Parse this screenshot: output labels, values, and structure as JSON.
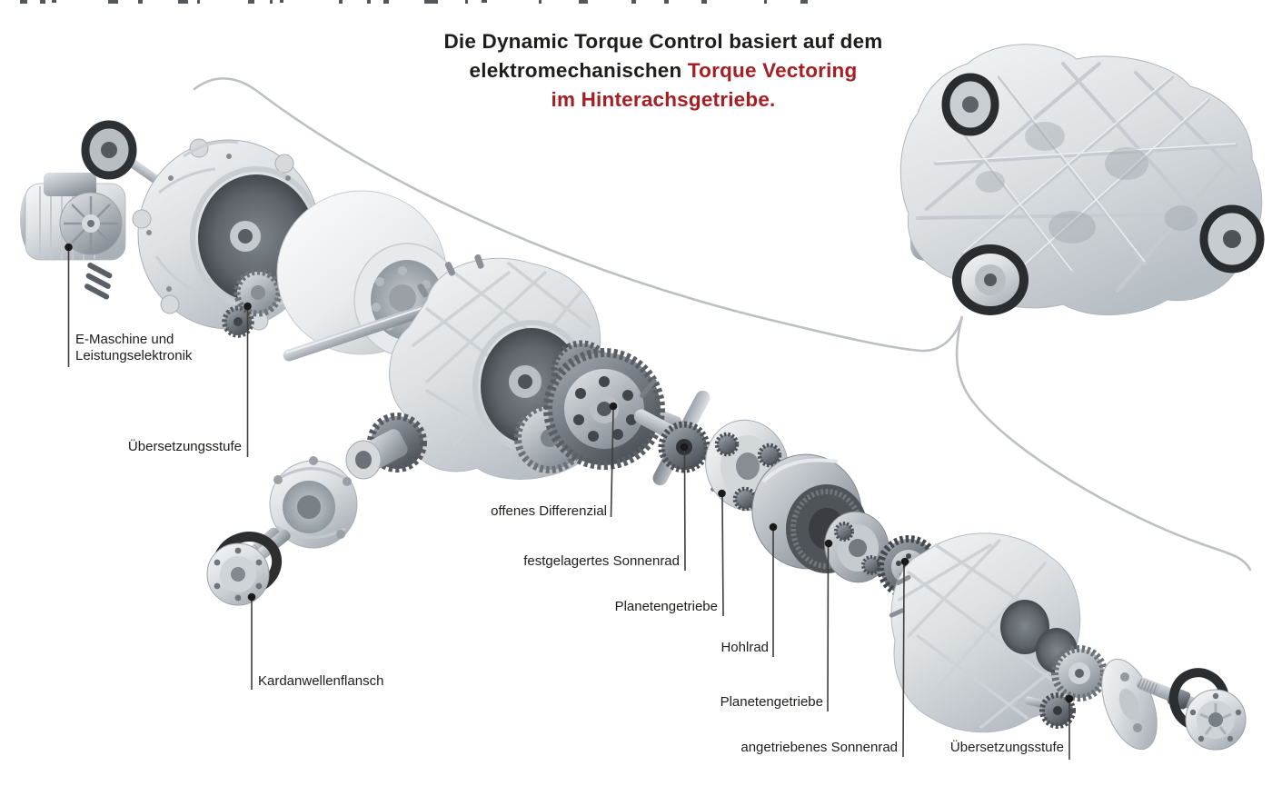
{
  "title": {
    "line1": "Die Dynamic Torque Control basiert auf dem",
    "line2_black": "elektromechanischen",
    "line2_red": "Torque Vectoring",
    "line3_red": "im Hinterachsgetriebe."
  },
  "colors": {
    "accent_red": "#A41E22",
    "label_text": "#1D1D1B",
    "leader_line": "#3D3D3D",
    "swoosh_gray": "#BDC0C2"
  },
  "labels": {
    "e_machine_line1": "E-Maschine und",
    "e_machine_line2": "Leistungselektronik",
    "gear_stage_left": "Übersetzungsstufe",
    "cardan_flange": "Kardanwellenflansch",
    "open_differential": "offenes Differenzial",
    "fixed_sun_gear": "festgelagertes Sonnenrad",
    "planetary_gear_front": "Planetengetriebe",
    "ring_gear": "Hohlrad",
    "planetary_gear_rear": "Planetengetriebe",
    "driven_sun_gear": "angetriebenes Sonnenrad",
    "gear_stage_right": "Übersetzungsstufe"
  }
}
